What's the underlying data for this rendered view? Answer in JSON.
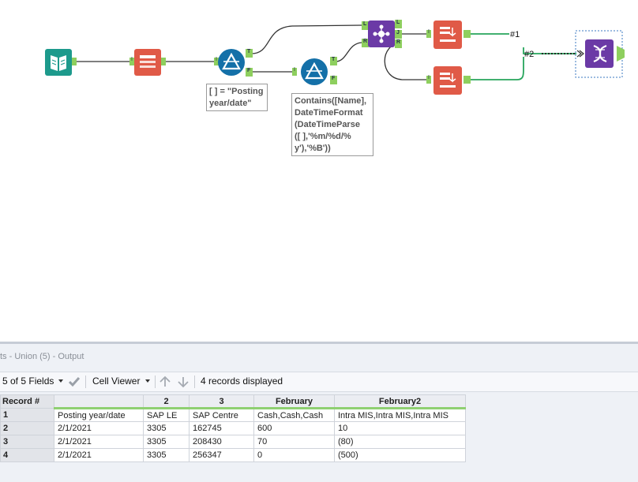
{
  "canvas": {
    "annotations": {
      "filter1": "[ ] = \"Posting\nyear/date\"",
      "filter2": "Contains([Name],\nDateTimeFormat\n(DateTimeParse\n([ ],'%m/%d/%\ny'),'%B'))"
    },
    "anchors": {
      "left": "L",
      "join": "J",
      "right": "R",
      "true": "T",
      "false": "F",
      "in": "I"
    },
    "connection_labels": [
      "#1",
      "#2"
    ],
    "colors": {
      "input": "#1d9a8c",
      "select": "#e05a47",
      "filter": "#1470a8",
      "join": "#6b3aa6",
      "dynamic": "#e05a47",
      "union": "#6b3aa6",
      "anchor": "#8ecf5e"
    }
  },
  "results": {
    "title": "ts - Union (5) - Output",
    "toolbar": {
      "fields": "5 of 5 Fields",
      "viewer": "Cell Viewer",
      "records": "4 records displayed"
    },
    "columns": [
      "Record #",
      "",
      "2",
      "3",
      "February",
      "February2"
    ],
    "rows": [
      [
        "1",
        "Posting year/date",
        "SAP LE",
        "SAP Centre",
        "Cash,Cash,Cash",
        "Intra MIS,Intra MIS,Intra MIS"
      ],
      [
        "2",
        "2/1/2021",
        "3305",
        "162745",
        "600",
        "10"
      ],
      [
        "3",
        "2/1/2021",
        "3305",
        "208430",
        "70",
        "(80)"
      ],
      [
        "4",
        "2/1/2021",
        "3305",
        "256347",
        "0",
        "(500)"
      ]
    ]
  }
}
